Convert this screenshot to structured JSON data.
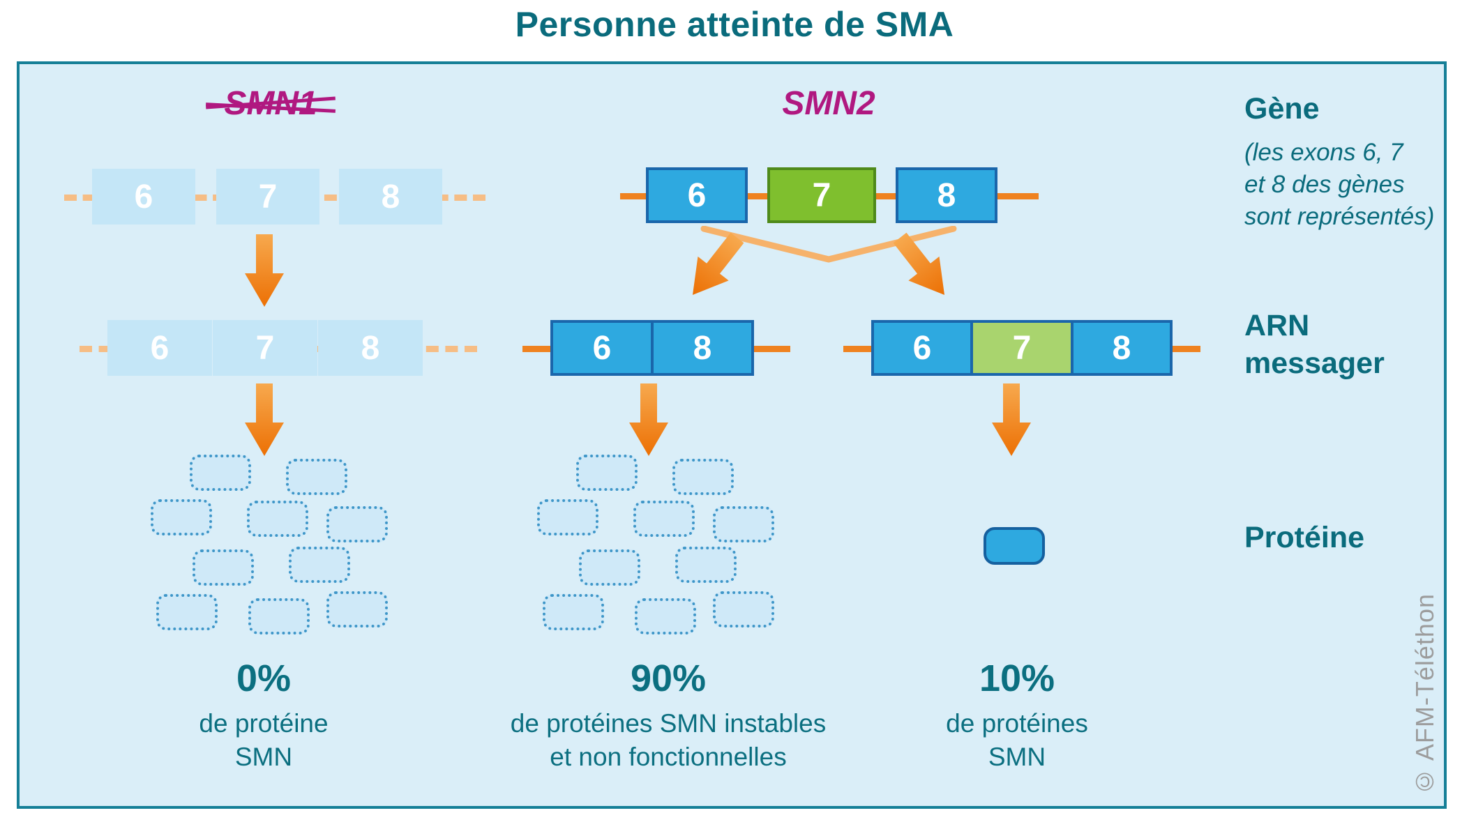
{
  "title": "Personne atteinte de SMA",
  "credit": "© AFM-Téléthon",
  "colors": {
    "teal": "#0a6b7c",
    "magenta": "#b01880",
    "orange": "#ef8220",
    "blue_exon": "#2ea9e0",
    "green_exon": "#7fbf2e",
    "pale_exon": "#c4e6f7",
    "panel_bg": "#daeef8"
  },
  "smn1": {
    "label": "SMN1",
    "gene_exons": [
      "6",
      "7",
      "8"
    ],
    "mrna_exons": [
      "6",
      "7",
      "8"
    ],
    "percent": "0%",
    "caption_line1": "de protéine",
    "caption_line2": "SMN"
  },
  "smn2": {
    "label": "SMN2",
    "gene_exons": [
      "6",
      "7",
      "8"
    ],
    "mrna_skip_exons": [
      "6",
      "8"
    ],
    "mrna_full_exons": [
      "6",
      "7",
      "8"
    ],
    "percent_unstable": "90%",
    "caption_unstable_line1": "de protéines SMN instables",
    "caption_unstable_line2": "et non fonctionnelles",
    "percent_stable": "10%",
    "caption_stable_line1": "de protéines",
    "caption_stable_line2": "SMN"
  },
  "legend": {
    "gene_title": "Gène",
    "gene_note_line1": "(les exons 6, 7",
    "gene_note_line2": "et 8 des gènes",
    "gene_note_line3": "sont représentés)",
    "mrna_line1": "ARN",
    "mrna_line2": "messager",
    "protein_title": "Protéine"
  },
  "unstable_cluster": {
    "count": 10
  }
}
